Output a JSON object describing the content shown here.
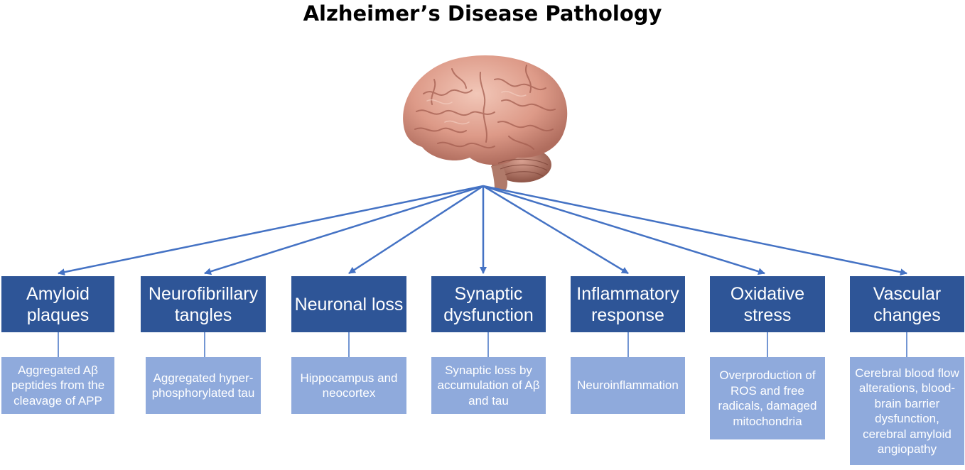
{
  "title": "Alzheimer’s Disease Pathology",
  "brain_image": "brain-image",
  "colors": {
    "box": "#2e5597",
    "subbox": "#8faadc",
    "connector": "#4472c4"
  },
  "categories": [
    {
      "label": "Amyloid plaques",
      "line1": "Amyloid",
      "line2": "plaques",
      "detail": [
        "Aggregated Aβ",
        "peptides from the",
        "cleavage of APP"
      ]
    },
    {
      "label": "Neurofibrillary tangles",
      "line1": "Neurofibrillary",
      "line2": "tangles",
      "detail": [
        "Aggregated hyper-",
        "phosphorylated tau"
      ]
    },
    {
      "label": "Neuronal loss",
      "line1": "Neuronal loss",
      "line2": "",
      "detail": [
        "Hippocampus and",
        "neocortex"
      ]
    },
    {
      "label": "Synaptic dysfunction",
      "line1": "Synaptic",
      "line2": "dysfunction",
      "detail": [
        "Synaptic loss by",
        "accumulation of Aβ",
        "and tau"
      ]
    },
    {
      "label": "Inflammatory response",
      "line1": "Inflammatory",
      "line2": "response",
      "detail": [
        "Neuroinflammation"
      ]
    },
    {
      "label": "Oxidative stress",
      "line1": "Oxidative",
      "line2": "stress",
      "detail": [
        "Overproduction of",
        "ROS and free",
        "radicals, damaged",
        "mitochondria"
      ]
    },
    {
      "label": "Vascular changes",
      "line1": "Vascular",
      "line2": "changes",
      "detail": [
        "Cerebral blood flow",
        "alterations, blood-",
        "brain barrier",
        "dysfunction,",
        "cerebral amyloid",
        "angiopathy"
      ]
    }
  ]
}
